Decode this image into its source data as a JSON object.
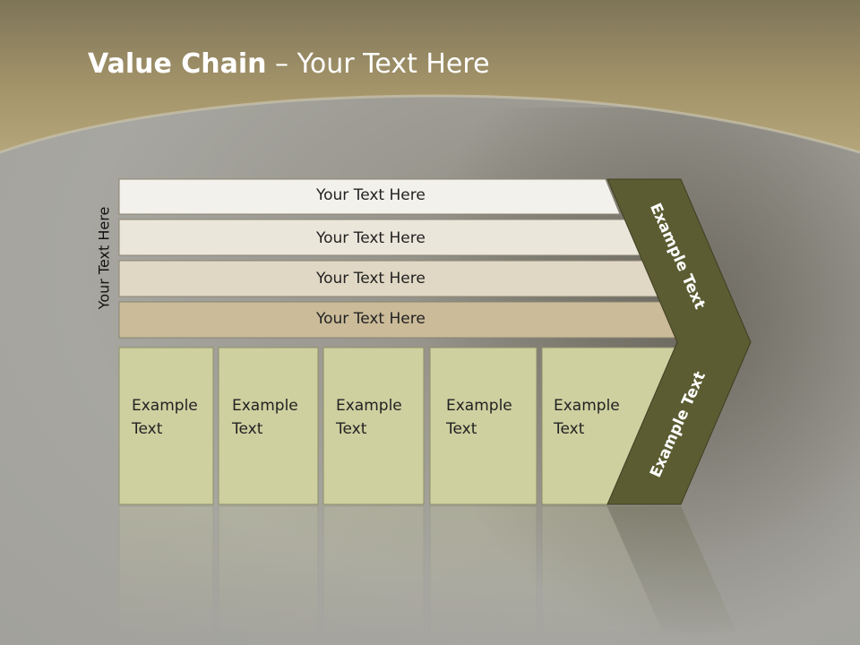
{
  "title": {
    "bold": "Value Chain",
    "rest": " – Your Text Here"
  },
  "side_label": "Your Text Here",
  "rows": [
    {
      "label": "Your Text Here",
      "fill": "#f3f1ec"
    },
    {
      "label": "Your Text Here",
      "fill": "#ebe6da"
    },
    {
      "label": "Your Text Here",
      "fill": "#e0d8c4"
    },
    {
      "label": "Your Text Here",
      "fill": "#cbbb99"
    }
  ],
  "cells": [
    {
      "line1": "Example",
      "line2": "Text"
    },
    {
      "line1": "Example",
      "line2": "Text"
    },
    {
      "line1": "Example",
      "line2": "Text"
    },
    {
      "line1": "Example",
      "line2": "Text"
    },
    {
      "line1": "Example",
      "line2": "Text"
    }
  ],
  "arrow_upper": "Example Text",
  "arrow_lower": "Example Text",
  "colors": {
    "header": "#a99a72",
    "arrow": "#5b5c32",
    "cell": "#ced0a0",
    "cell_border": "#8f9068"
  }
}
